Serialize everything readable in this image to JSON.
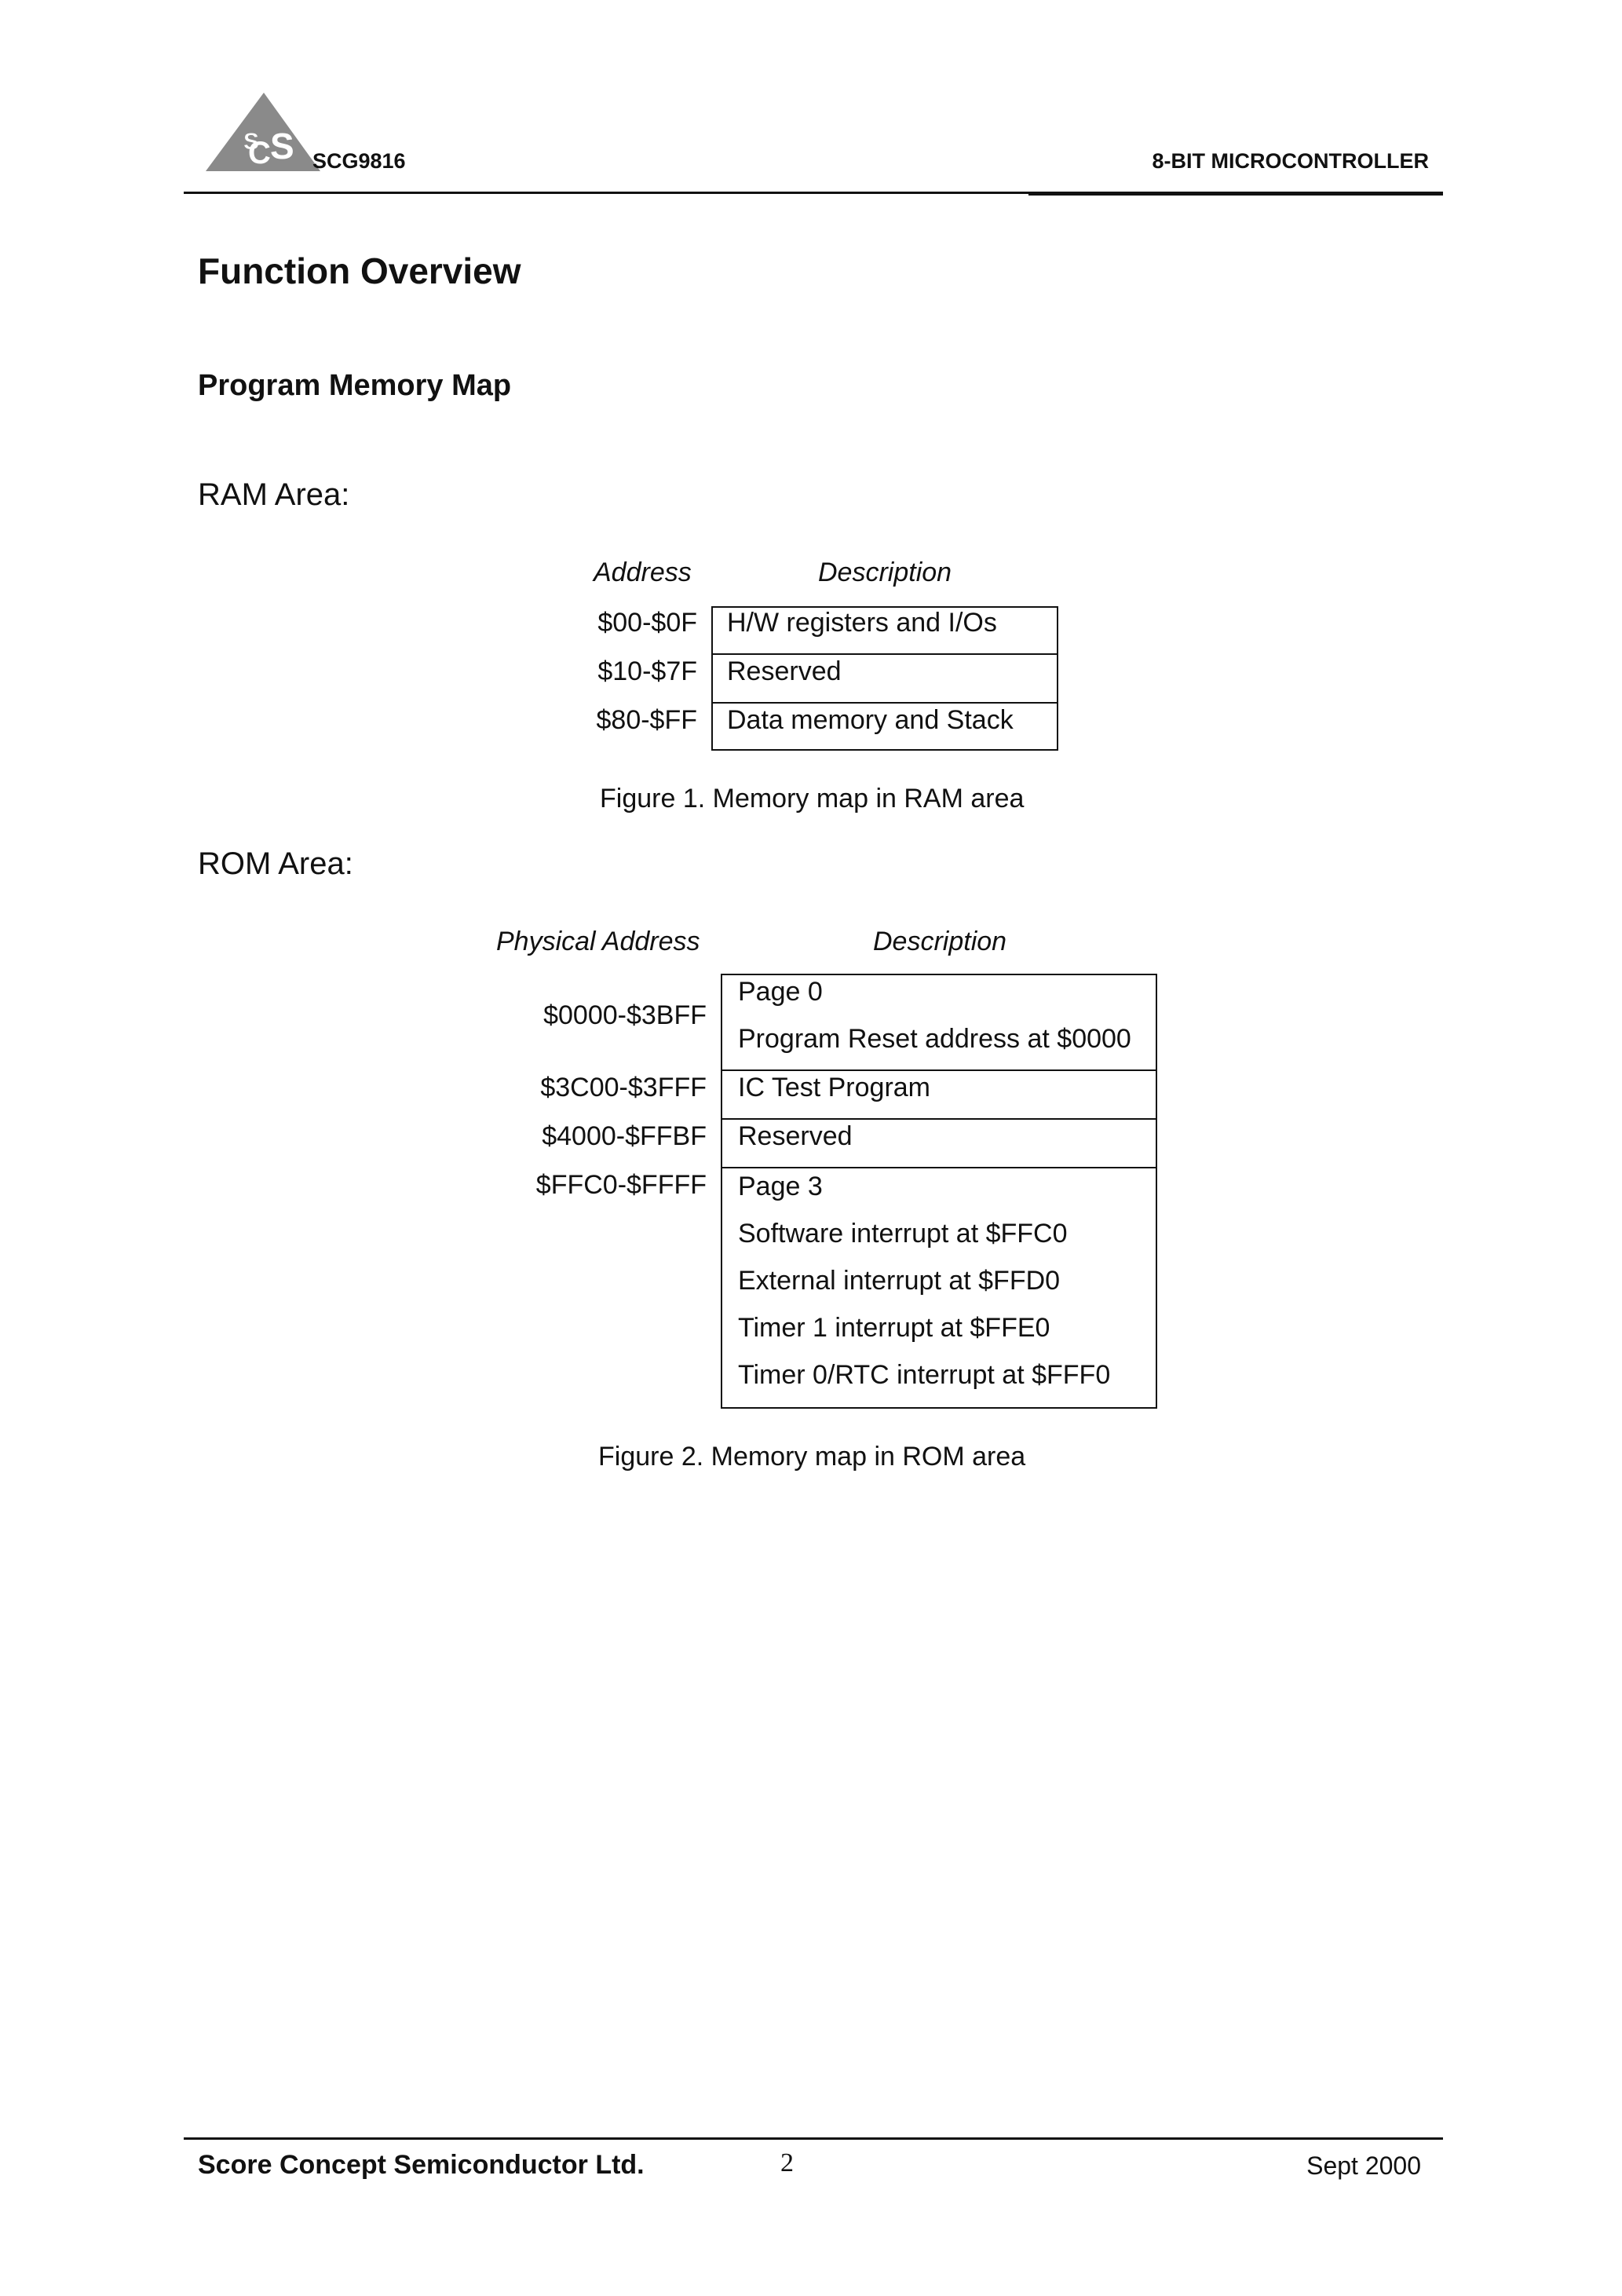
{
  "header": {
    "logo_text": "SCS",
    "left": "SCG9816",
    "right": "8-BIT MICROCONTROLLER"
  },
  "title": "Function Overview",
  "subtitle": "Program Memory Map",
  "ram": {
    "heading": "RAM Area:",
    "col_address": "Address",
    "col_description": "Description",
    "rows": [
      {
        "address": "$00-$0F",
        "description": "H/W registers and I/Os"
      },
      {
        "address": "$10-$7F",
        "description": "Reserved"
      },
      {
        "address": "$80-$FF",
        "description": "Data memory and Stack"
      }
    ],
    "caption": "Figure 1. Memory map in RAM area"
  },
  "rom": {
    "heading": "ROM Area:",
    "col_address": "Physical Address",
    "col_description": "Description",
    "rows": [
      {
        "address": "$0000-$3BFF",
        "lines": [
          "Page 0",
          "Program Reset address at $0000"
        ]
      },
      {
        "address": "$3C00-$3FFF",
        "lines": [
          "IC Test Program"
        ]
      },
      {
        "address": "$4000-$FFBF",
        "lines": [
          "Reserved"
        ]
      },
      {
        "address": "$FFC0-$FFFF",
        "lines": [
          "Page 3",
          "Software interrupt at $FFC0",
          "External interrupt at $FFD0",
          "Timer 1 interrupt at $FFE0",
          "Timer 0/RTC interrupt at $FFF0"
        ]
      }
    ],
    "caption": "Figure 2. Memory map in ROM area"
  },
  "footer": {
    "company": "Score Concept Semiconductor Ltd.",
    "page": "2",
    "date": "Sept 2000"
  }
}
